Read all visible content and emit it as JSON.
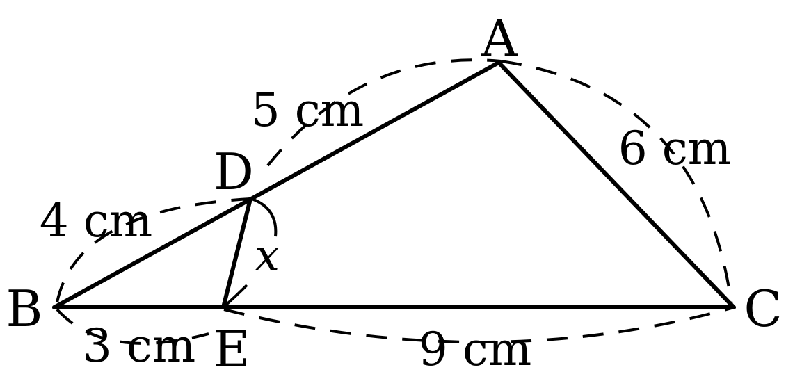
{
  "points": {
    "A": "A",
    "B": "B",
    "C": "C",
    "D": "D",
    "E": "E"
  },
  "lengths": {
    "AD": "5 cm",
    "AC": "6 cm",
    "BD": "4 cm",
    "BE": "3 cm",
    "EC": "9 cm"
  },
  "angle": {
    "DE": "x"
  }
}
